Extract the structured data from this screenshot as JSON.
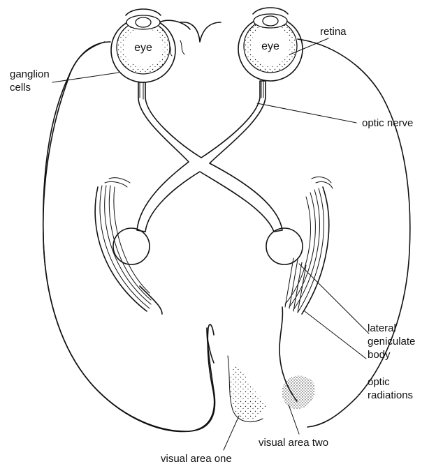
{
  "labels": {
    "eye_left": "eye",
    "eye_right": "eye",
    "retina": "retina",
    "ganglion_line1": "ganglion",
    "ganglion_line2": "cells",
    "optic_nerve": "optic nerve",
    "lgb_line1": "lateral",
    "lgb_line2": "geniculate",
    "lgb_line3": "body",
    "optic_rad_line1": "optic",
    "optic_rad_line2": "radiations",
    "visual_area_two": "visual area two",
    "visual_area_one": "visual area one"
  }
}
